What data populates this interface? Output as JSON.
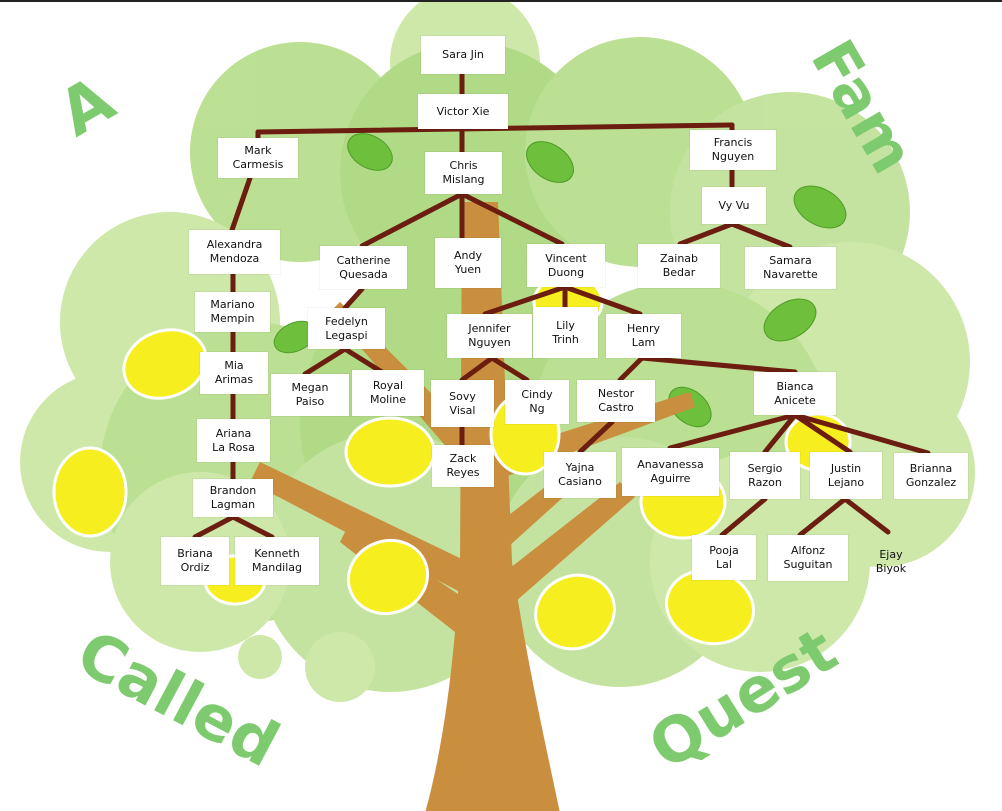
{
  "title": {
    "word_a": "A",
    "word_fam": "Fam",
    "word_called": "Called",
    "word_quest": "Quest"
  },
  "colors": {
    "canopy_light": "#c8e6a0",
    "canopy_mid": "#a8d67a",
    "trunk": "#c98f3f",
    "connector": "#6b1d10",
    "lemon": "#f7ee1f",
    "leaf": "#6dbf3c",
    "title_text": "#7ecb6f"
  },
  "members": {
    "sara_jin": "Sara Jin",
    "victor_xie": "Victor Xie",
    "mark_carmesis": "Mark\nCarmesis",
    "chris_mislang": "Chris\nMislang",
    "francis_nguyen": "Francis\nNguyen",
    "vy_vu": "Vy Vu",
    "alexandra_mendoza": "Alexandra\nMendoza",
    "catherine_quesada": "Catherine\nQuesada",
    "andy_yuen": "Andy\nYuen",
    "vincent_duong": "Vincent\nDuong",
    "zainab_bedar": "Zainab\nBedar",
    "samara_navarette": "Samara\nNavarette",
    "mariano_mempin": "Mariano\nMempin",
    "fedelyn_legaspi": "Fedelyn\nLegaspi",
    "jennifer_nguyen": "Jennifer\nNguyen",
    "lily_trinh": "Lily\nTrinh",
    "henry_lam": "Henry\nLam",
    "mia_arimas": "Mia\nArimas",
    "megan_paiso": "Megan\nPaiso",
    "royal_moline": "Royal\nMoline",
    "sovy_visal": "Sovy\nVisal",
    "cindy_ng": "Cindy\nNg",
    "nestor_castro": "Nestor\nCastro",
    "bianca_anicete": "Bianca\nAnicete",
    "ariana_la_rosa": "Ariana\nLa Rosa",
    "zack_reyes": "Zack\nReyes",
    "yajna_casiano": "Yajna\nCasiano",
    "anavanessa_aguirre": "Anavanessa\nAguirre",
    "sergio_razon": "Sergio\nRazon",
    "justin_lejano": "Justin\nLejano",
    "brianna_gonzalez": "Brianna\nGonzalez",
    "brandon_lagman": "Brandon\nLagman",
    "briana_ordiz": "Briana\nOrdiz",
    "kenneth_mandilag": "Kenneth\nMandilag",
    "pooja_lal": "Pooja\nLal",
    "alfonz_suguitan": "Alfonz\nSuguitan",
    "ejay_biyok": "Ejay\nBiyok"
  }
}
